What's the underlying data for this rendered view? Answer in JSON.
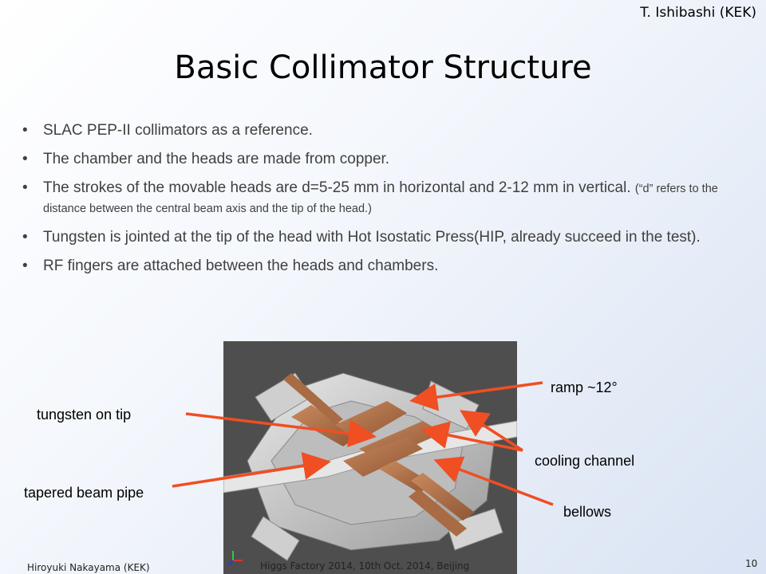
{
  "header": {
    "author": "T. Ishibashi (KEK)"
  },
  "title": "Basic Collimator Structure",
  "bullets": [
    {
      "text": "SLAC PEP-II collimators as a reference."
    },
    {
      "text": "The chamber and the heads are made from copper."
    },
    {
      "text": "The strokes of the movable heads are d=5-25 mm in horizontal and 2-12 mm in vertical. ",
      "small": "(“d” refers to the distance between the central beam axis and the tip of the head.)"
    },
    {
      "text": "Tungsten is jointed at the tip of the head with Hot Isostatic Press(HIP, already succeed in the test)."
    },
    {
      "text": "RF fingers are attached between the heads and chambers."
    }
  ],
  "labels": {
    "tungsten": "tungsten on tip",
    "tapered": "tapered beam pipe",
    "ramp": "ramp ~12°",
    "cooling": "cooling channel",
    "bellows": "bellows"
  },
  "footer": {
    "presenter": "Hiroyuki Nakayama (KEK)",
    "event": "Higgs Factory 2014, 10th Oct. 2014, Beijing",
    "page": "10"
  },
  "colors": {
    "arrow": "#f04e23",
    "copper": "#b8744a"
  }
}
